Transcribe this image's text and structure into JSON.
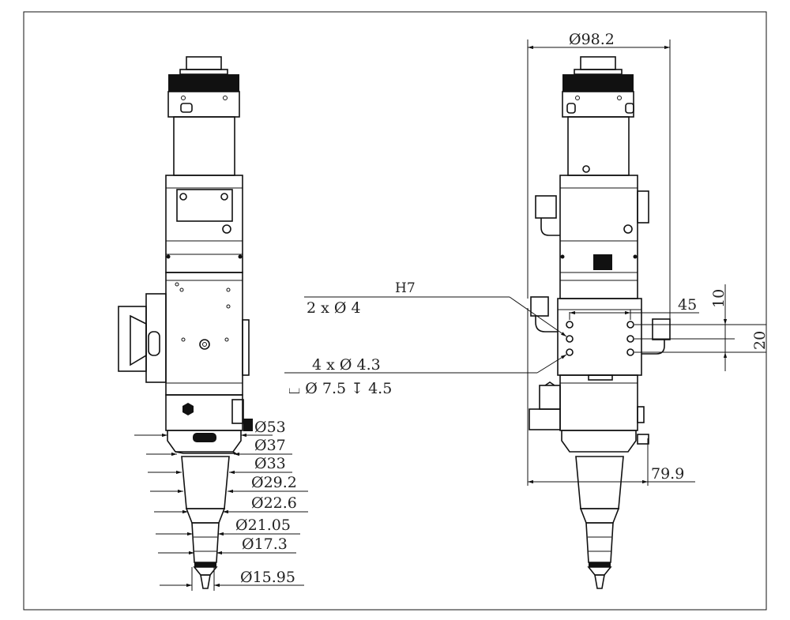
{
  "drawing": {
    "colors": {
      "line": "#111111",
      "background": "#ffffff"
    },
    "right_view": {
      "overall_width": "Ø98.2",
      "hole_fit": "H7",
      "hole_spec": "2 x Ø 4",
      "screw_holes": "4 x Ø 4.3",
      "counterbore": "⌴ Ø 7.5 ↧ 4.5",
      "hole_spacing_h": "45",
      "hole_spacing_v1": "10",
      "hole_spacing_v2": "20",
      "depth": "79.9"
    },
    "left_view": {
      "diameters": [
        "Ø53",
        "Ø37",
        "Ø33",
        "Ø29.2",
        "Ø22.6",
        "Ø21.05",
        "Ø17.3",
        "Ø15.95"
      ]
    }
  }
}
